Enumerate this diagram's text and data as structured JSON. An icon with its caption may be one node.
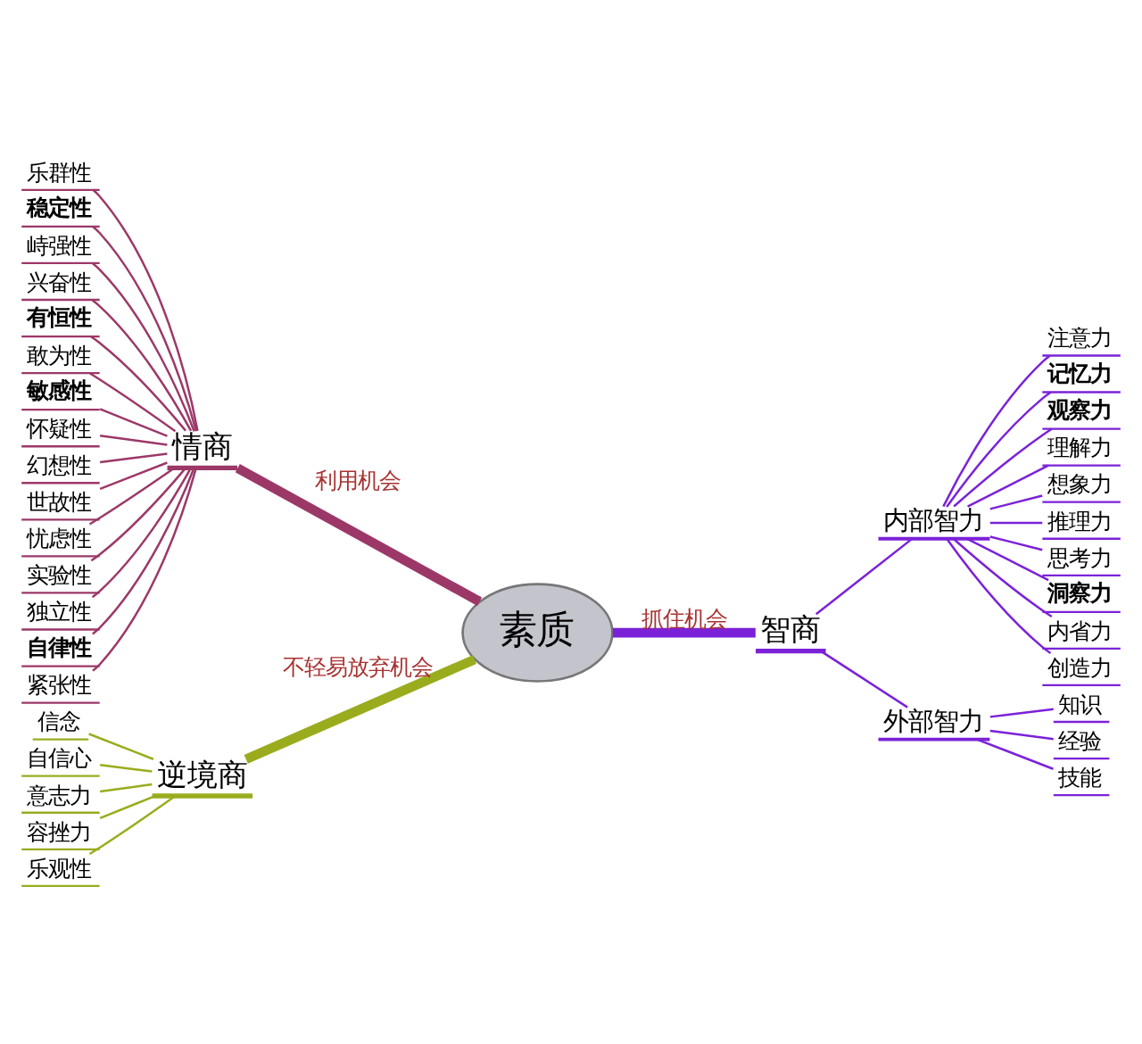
{
  "diagram": {
    "nodes": [
      {
        "text": [
          "素质"
        ]
      },
      {
        "text": [
          "情商"
        ]
      },
      {
        "text": [
          "乐群性"
        ]
      },
      {
        "text": [
          "稳定性"
        ]
      },
      {
        "text": [
          "峙强性"
        ]
      },
      {
        "text": [
          "兴奋性"
        ]
      },
      {
        "text": [
          "有恒性"
        ]
      },
      {
        "text": [
          "敢为性"
        ]
      },
      {
        "text": [
          "敏感性"
        ]
      },
      {
        "text": [
          "怀疑性"
        ]
      },
      {
        "text": [
          "幻想性"
        ]
      },
      {
        "text": [
          "世故性"
        ]
      },
      {
        "text": [
          "忧虑性"
        ]
      },
      {
        "text": [
          "实验性"
        ]
      },
      {
        "text": [
          "独立性"
        ]
      },
      {
        "text": [
          "自律性"
        ]
      },
      {
        "text": [
          "紧张性"
        ]
      },
      {
        "text": [
          "智商"
        ]
      },
      {
        "text": [
          "内部智力"
        ]
      },
      {
        "text": [
          "注意力"
        ]
      },
      {
        "text": [
          "记忆力"
        ]
      },
      {
        "text": [
          "观察力"
        ]
      },
      {
        "text": [
          "理解力"
        ]
      },
      {
        "text": [
          "想象力"
        ]
      },
      {
        "text": [
          "推理力"
        ]
      },
      {
        "text": [
          "思考力"
        ]
      },
      {
        "text": [
          "洞察力"
        ]
      },
      {
        "text": [
          "内省力"
        ]
      },
      {
        "text": [
          "创造力"
        ]
      },
      {
        "text": [
          "外部智力"
        ]
      },
      {
        "text": [
          "知识"
        ]
      },
      {
        "text": [
          "经验"
        ]
      },
      {
        "text": [
          "技能"
        ]
      },
      {
        "text": [
          "逆境商"
        ]
      },
      {
        "text": [
          "信念"
        ]
      },
      {
        "text": [
          "自信心"
        ]
      },
      {
        "text": [
          "意志力"
        ]
      },
      {
        "text": [
          "容挫力"
        ]
      },
      {
        "text": [
          "乐观性"
        ]
      }
    ],
    "edges": [
      {
        "from": 2,
        "to": 1,
        "arrow": "none",
        "color": "#9c3868"
      },
      {
        "from": 3,
        "to": 1,
        "arrow": "none",
        "color": "#9c3868"
      },
      {
        "from": 4,
        "to": 1,
        "arrow": "none",
        "color": "#9c3868"
      },
      {
        "from": 5,
        "to": 1,
        "arrow": "none",
        "color": "#9c3868"
      },
      {
        "from": 6,
        "to": 1,
        "arrow": "none",
        "color": "#9c3868"
      },
      {
        "from": 7,
        "to": 1,
        "arrow": "none",
        "color": "#9c3868"
      },
      {
        "from": 8,
        "to": 1,
        "arrow": "none",
        "color": "#9c3868"
      },
      {
        "from": 9,
        "to": 1,
        "arrow": "none",
        "color": "#9c3868"
      },
      {
        "from": 10,
        "to": 1,
        "arrow": "none",
        "color": "#9c3868"
      },
      {
        "from": 11,
        "to": 1,
        "arrow": "none",
        "color": "#9c3868"
      },
      {
        "from": 12,
        "to": 1,
        "arrow": "none",
        "color": "#9c3868"
      },
      {
        "from": 13,
        "to": 1,
        "arrow": "none",
        "color": "#9c3868"
      },
      {
        "from": 14,
        "to": 1,
        "arrow": "none",
        "color": "#9c3868"
      },
      {
        "from": 15,
        "to": 1,
        "arrow": "none",
        "color": "#9c3868"
      },
      {
        "from": 16,
        "to": 1,
        "arrow": "none",
        "color": "#9c3868"
      },
      {
        "from": 1,
        "to": 0,
        "arrow": "none",
        "label": "利用机会",
        "style": "thick",
        "color": "#9c3868"
      },
      {
        "from": 0,
        "to": 17,
        "arrow": "none",
        "label": "抓住机会",
        "style": "thick",
        "color": "#7b22d8"
      },
      {
        "from": 17,
        "to": 18,
        "arrow": "none",
        "color": "#7b22d8"
      },
      {
        "from": 18,
        "to": 19,
        "arrow": "none",
        "color": "#7b22d8"
      },
      {
        "from": 18,
        "to": 20,
        "arrow": "none",
        "color": "#7b22d8"
      },
      {
        "from": 18,
        "to": 21,
        "arrow": "none",
        "color": "#7b22d8"
      },
      {
        "from": 18,
        "to": 22,
        "arrow": "none",
        "color": "#7b22d8"
      },
      {
        "from": 18,
        "to": 23,
        "arrow": "none",
        "color": "#7b22d8"
      },
      {
        "from": 18,
        "to": 24,
        "arrow": "none",
        "color": "#7b22d8"
      },
      {
        "from": 18,
        "to": 25,
        "arrow": "none",
        "color": "#7b22d8"
      },
      {
        "from": 18,
        "to": 26,
        "arrow": "none",
        "color": "#7b22d8"
      },
      {
        "from": 18,
        "to": 27,
        "arrow": "none",
        "color": "#7b22d8"
      },
      {
        "from": 18,
        "to": 28,
        "arrow": "none",
        "color": "#7b22d8"
      },
      {
        "from": 17,
        "to": 29,
        "arrow": "none",
        "color": "#7b22d8"
      },
      {
        "from": 29,
        "to": 30,
        "arrow": "none",
        "color": "#7b22d8"
      },
      {
        "from": 29,
        "to": 31,
        "arrow": "none",
        "color": "#7b22d8"
      },
      {
        "from": 29,
        "to": 32,
        "arrow": "none",
        "color": "#7b22d8"
      },
      {
        "from": 33,
        "to": 0,
        "arrow": "none",
        "label": "不轻易放弃机会",
        "style": "thick",
        "color": "#9aac1e"
      },
      {
        "from": 34,
        "to": 33,
        "arrow": "none",
        "color": "#9aac1e"
      },
      {
        "from": 35,
        "to": 33,
        "arrow": "none",
        "color": "#9aac1e"
      },
      {
        "from": 36,
        "to": 33,
        "arrow": "none",
        "color": "#9aac1e"
      },
      {
        "from": 37,
        "to": 33,
        "arrow": "none",
        "color": "#9aac1e"
      },
      {
        "from": 38,
        "to": 33,
        "arrow": "none",
        "color": "#9aac1e"
      }
    ]
  }
}
